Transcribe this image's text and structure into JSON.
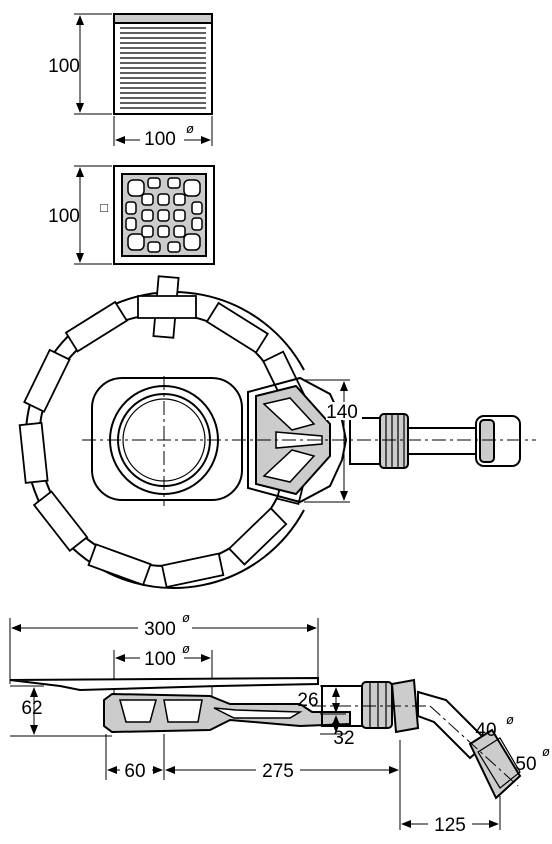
{
  "dimensions": {
    "grate_height": "100",
    "grate_width": "100",
    "grate_square": "100",
    "drain_height": "140",
    "outer_diameter": "300",
    "inner_diameter": "100",
    "body_height": "62",
    "outlet_height_a": "26",
    "outlet_height_b": "32",
    "offset_60": "60",
    "offset_275": "275",
    "pipe_40": "40",
    "pipe_50": "50",
    "offset_125": "125"
  },
  "symbols": {
    "diameter": "ø",
    "square": "□"
  }
}
